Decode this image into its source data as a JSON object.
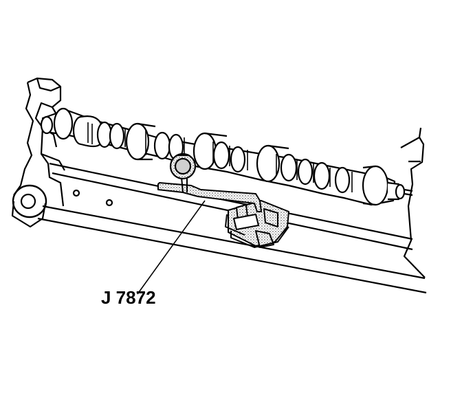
{
  "callout": {
    "label": "J 7872"
  },
  "palette": {
    "ink": "#000000",
    "paper": "#ffffff",
    "stipple": "#8a8a8a"
  },
  "parts": {
    "camshaft": "camshaft",
    "dial_indicator": "dial-indicator",
    "magnetic_base": "magnetic-base",
    "engine_block": "engine-block"
  }
}
